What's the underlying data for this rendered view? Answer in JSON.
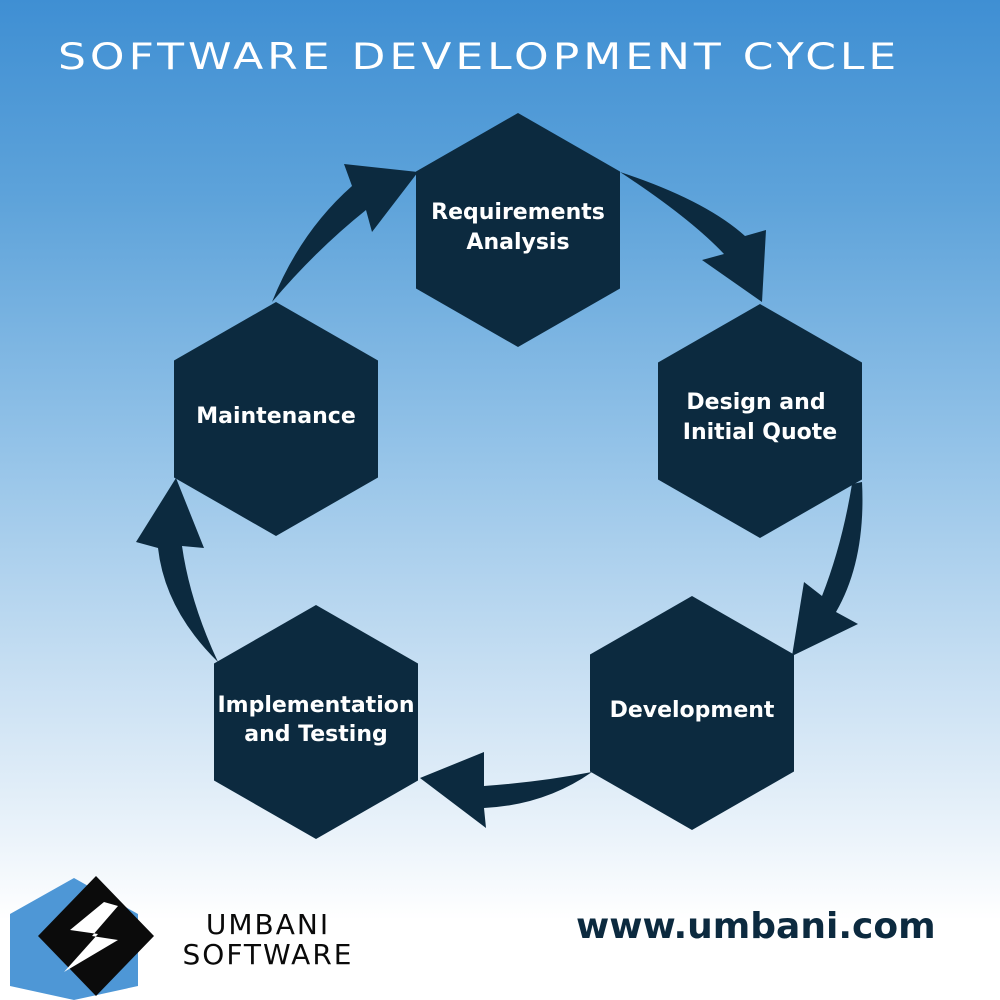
{
  "title": "SOFTWARE DEVELOPMENT CYCLE",
  "colors": {
    "hexagon": "#0c2a3f",
    "arrow": "#0c2a3f",
    "label": "#ffffff",
    "logo_blue": "#4e97d6",
    "logo_dark": "#0b0b0b"
  },
  "stages": [
    {
      "lines": [
        "Requirements",
        "Analysis"
      ]
    },
    {
      "lines": [
        "Design and",
        "Initial Quote"
      ]
    },
    {
      "lines": [
        "Development"
      ]
    },
    {
      "lines": [
        "Implementation",
        "and Testing"
      ]
    },
    {
      "lines": [
        "Maintenance"
      ]
    }
  ],
  "brand": {
    "line1": "UMBANI",
    "line2": "SOFTWARE",
    "logo_icon": "lightning-s-hexagon-icon"
  },
  "website": "www.umbani.com"
}
